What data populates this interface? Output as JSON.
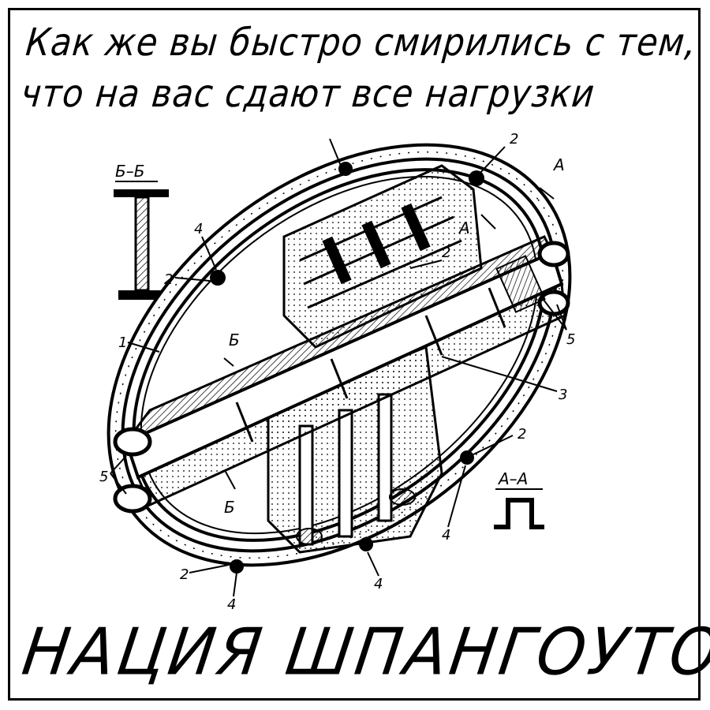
{
  "caption": {
    "line1": "Как же вы быстро смирились с тем,",
    "line2": "что на вас сдают все нагрузки"
  },
  "title": "НАЦИЯ ШПАНГОУТОВ",
  "drawing": {
    "section_bb": "Б–Б",
    "section_aa": "А–А",
    "view_a_top": "А",
    "view_a_inner": "А",
    "view_b_top": "Б",
    "view_b_bottom": "Б",
    "callouts": {
      "c1": "1",
      "c2_top": "2",
      "c2_mid": "2",
      "c2_left": "2",
      "c2_right": "2",
      "c2_bottom": "2",
      "c3": "3",
      "c4_topleft": "4",
      "c4_right": "4",
      "c4_bottom": "4",
      "c4_bottomleft": "4",
      "c5_right": "5",
      "c5_left": "5"
    }
  }
}
